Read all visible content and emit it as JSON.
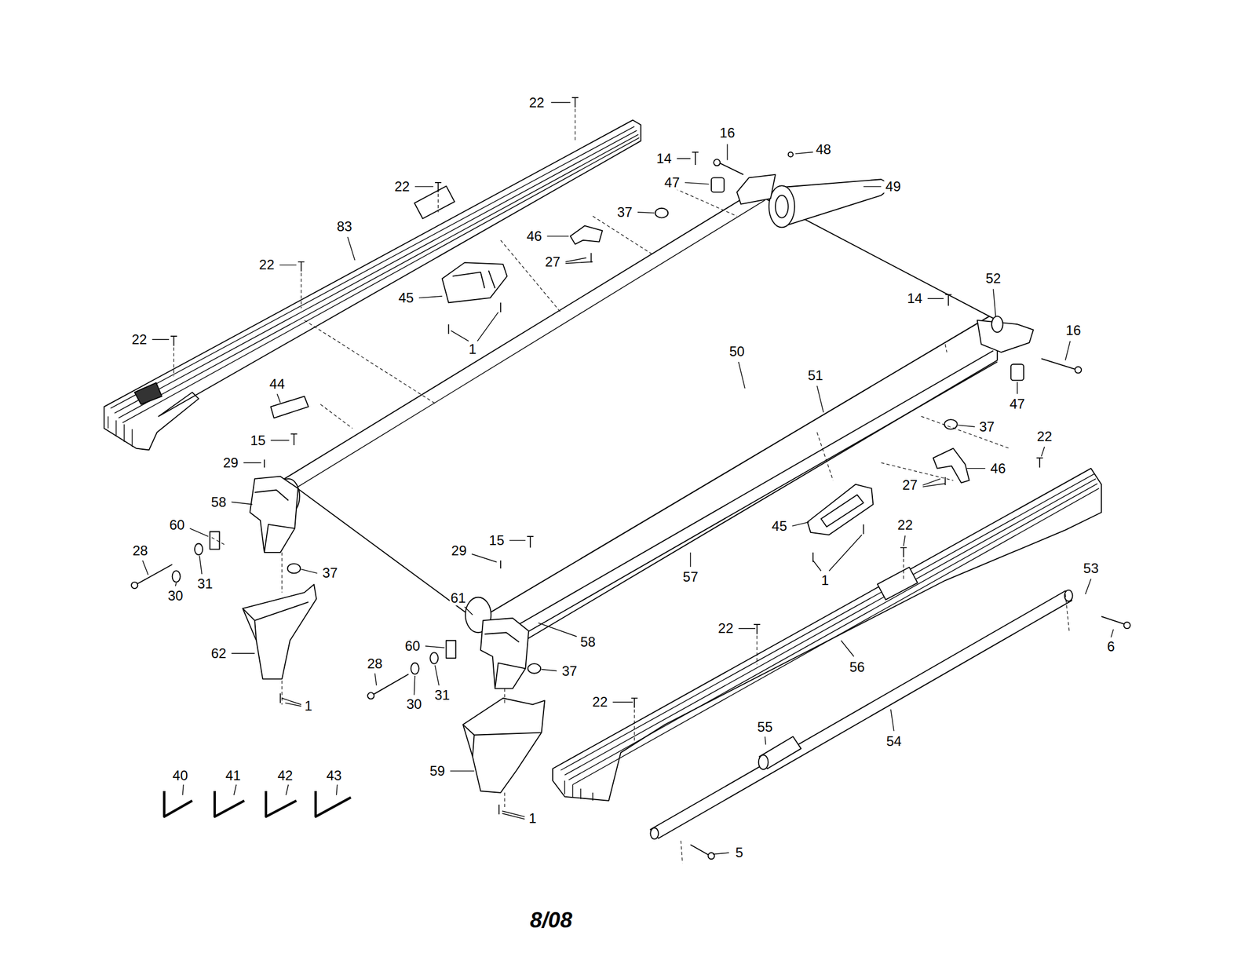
{
  "diagram": {
    "labels": [
      "22",
      "16",
      "14",
      "48",
      "47",
      "49",
      "22",
      "37",
      "46",
      "83",
      "22",
      "27",
      "45",
      "52",
      "14",
      "16",
      "22",
      "1",
      "50",
      "51",
      "44",
      "47",
      "37",
      "15",
      "22",
      "29",
      "46",
      "27",
      "58",
      "60",
      "45",
      "22",
      "15",
      "29",
      "28",
      "1",
      "53",
      "57",
      "37",
      "30",
      "31",
      "61",
      "58",
      "6",
      "22",
      "60",
      "62",
      "37",
      "56",
      "28",
      "31",
      "30",
      "1",
      "22",
      "54",
      "55",
      "59",
      "40",
      "41",
      "42",
      "43",
      "1",
      "5",
      "8/08"
    ]
  }
}
